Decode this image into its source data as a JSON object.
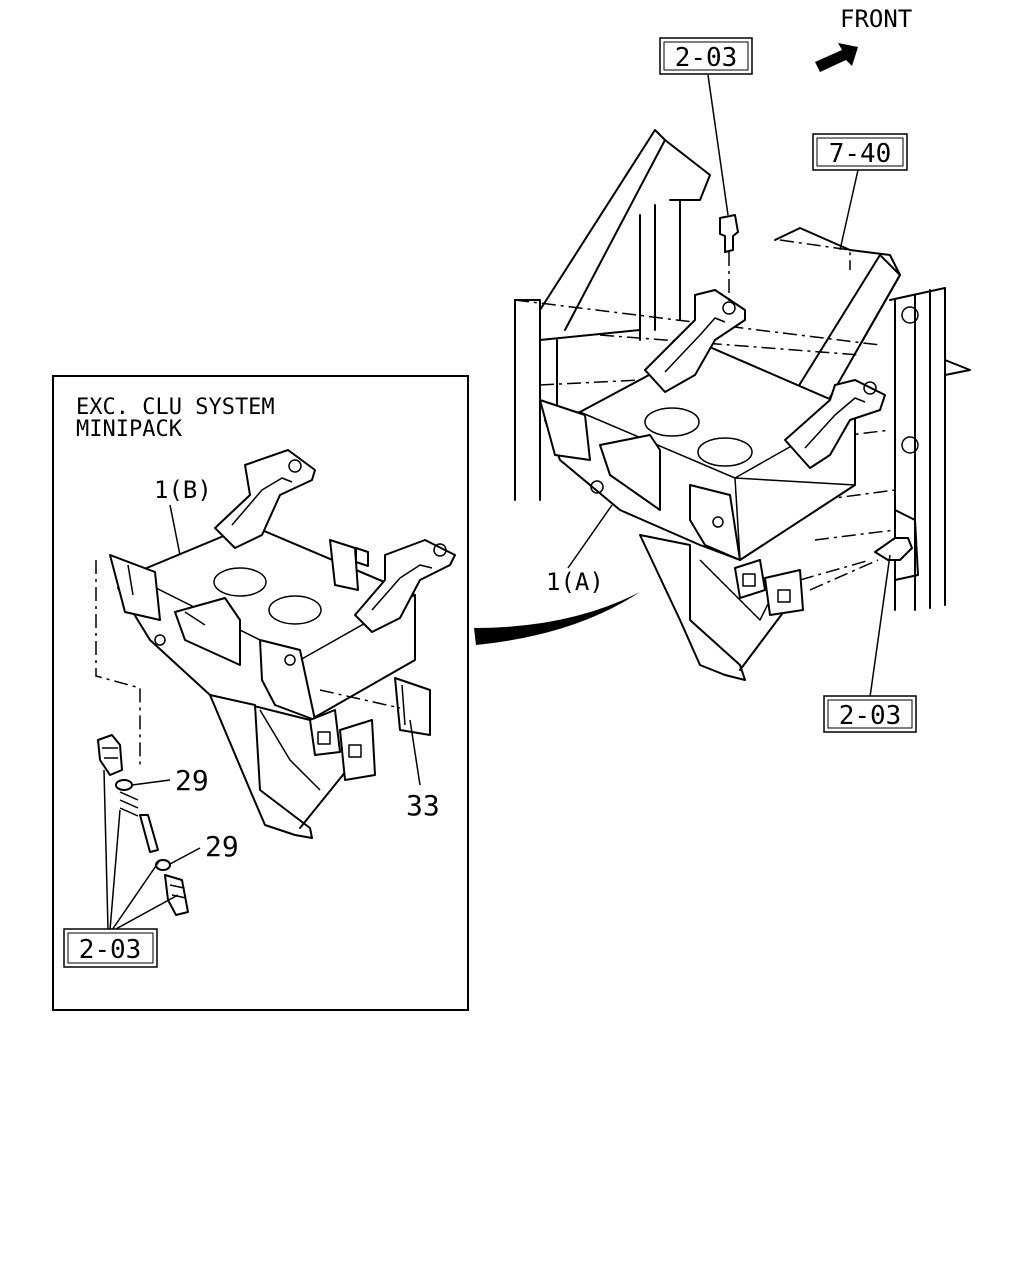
{
  "orientation": {
    "label": "FRONT"
  },
  "inset": {
    "title_line1": "EXC. CLU SYSTEM",
    "title_line2": "MINIPACK"
  },
  "refs": {
    "top": "2-03",
    "frame": "7-40",
    "right_bolt": "2-03",
    "inset_bottom": "2-03"
  },
  "parts": {
    "bracket_a": "1(A)",
    "bracket_b": "1(B)",
    "washer_upper": "29",
    "washer_lower": "29",
    "plate": "33"
  }
}
